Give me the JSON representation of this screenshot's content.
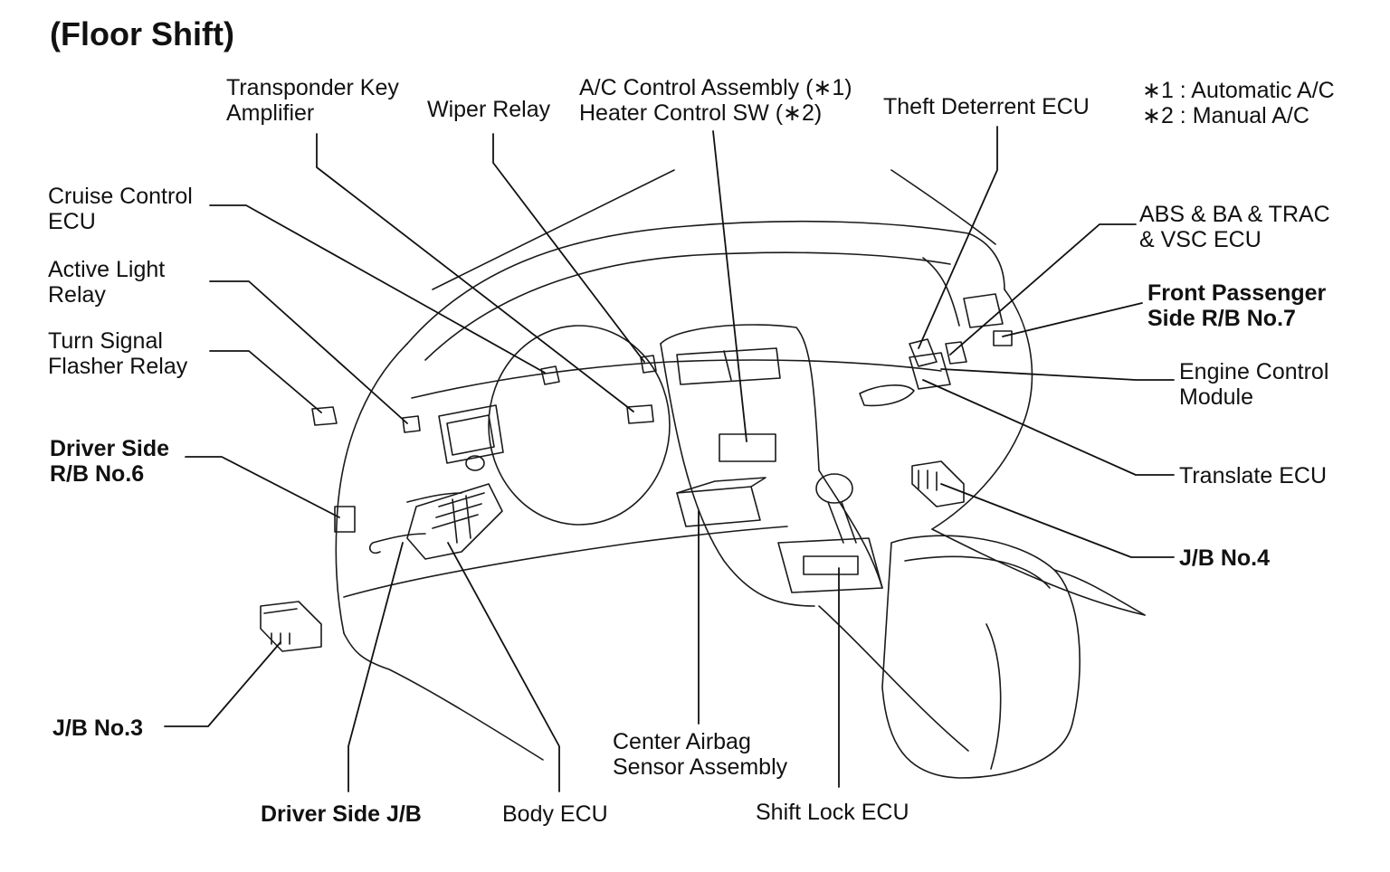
{
  "title": "(Floor Shift)",
  "notes": [
    "∗1 : Automatic A/C",
    "∗2 : Manual A/C"
  ],
  "labels": {
    "transponder_key_amplifier": [
      "Transponder Key",
      "Amplifier"
    ],
    "wiper_relay": [
      "Wiper Relay"
    ],
    "ac_control_assembly": [
      "A/C Control Assembly (∗1)",
      "Heater Control SW (∗2)"
    ],
    "theft_deterrent_ecu": [
      "Theft Deterrent ECU"
    ],
    "cruise_control_ecu": [
      "Cruise Control",
      "ECU"
    ],
    "active_light_relay": [
      "Active Light",
      "Relay"
    ],
    "turn_signal_flasher_relay": [
      "Turn Signal",
      "Flasher Relay"
    ],
    "driver_side_rb6": [
      "Driver Side",
      "R/B No.6"
    ],
    "jb3": [
      "J/B No.3"
    ],
    "driver_side_jb": [
      "Driver Side J/B"
    ],
    "body_ecu": [
      "Body ECU"
    ],
    "center_airbag_sensor": [
      "Center Airbag",
      "Sensor Assembly"
    ],
    "shift_lock_ecu": [
      "Shift Lock ECU"
    ],
    "abs_ecu": [
      "ABS & BA & TRAC",
      "& VSC ECU"
    ],
    "front_passenger_rb7": [
      "Front Passenger",
      "Side R/B No.7"
    ],
    "engine_control_module": [
      "Engine Control",
      "Module"
    ],
    "translate_ecu": [
      "Translate ECU"
    ],
    "jb4": [
      "J/B No.4"
    ]
  }
}
